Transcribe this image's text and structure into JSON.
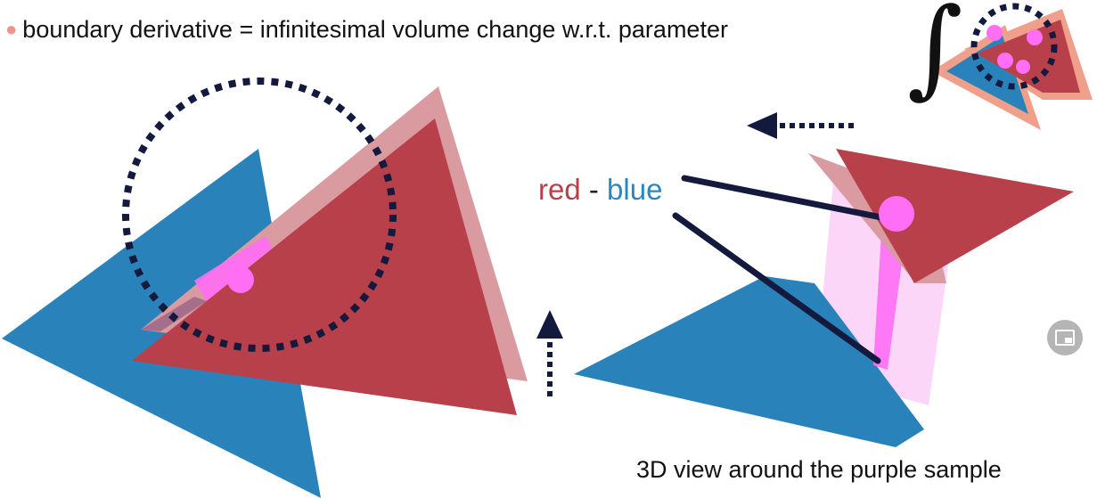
{
  "bullet_text": "boundary derivative = infinitesimal volume change w.r.t. parameter",
  "difference_label": {
    "red": "red",
    "minus": "-",
    "blue": "blue"
  },
  "caption": "3D view around the purple sample",
  "integral_symbol": "∫",
  "colors": {
    "red": "#b8404a",
    "red_light": "#d99aa0",
    "blue": "#2a82ba",
    "sample": "#ff6ef5",
    "pink_band": "#f8c8f5",
    "navy": "#141a3d",
    "bullet": "#f0948a",
    "salmon": "#f0a08a"
  },
  "icons": {
    "pip": "picture-in-picture-icon"
  }
}
